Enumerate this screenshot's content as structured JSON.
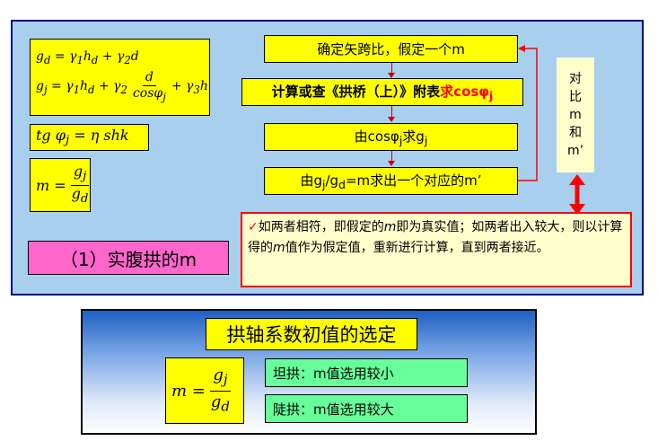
{
  "formulas": {
    "gd": "gd = γ1hd + γ2d",
    "gj": "gj = γ1hd + γ2 d/cosφj + γ3h",
    "tg": "tg φj = η shk",
    "m": "m = gj / gd"
  },
  "flow": {
    "step1": "确定矢跨比，假定一个m",
    "step2_prefix": "计算或查《拱桥（上）》附表",
    "step2_highlight": "求cosφj",
    "step3": "由cosφj求gj",
    "step4": "由gj/gd=m求出一个对应的m’"
  },
  "compare": [
    "对",
    "比",
    "m",
    "和",
    "m’"
  ],
  "note": "✓如两者相符，即假定的m即为真实值；如两者出入较大，则以计算得的m值作为假定值，重新进行计算，直到两者接近。",
  "section_label": "（1）实腹拱的m",
  "bottom": {
    "title": "拱轴系数初值的选定",
    "items": [
      "坦拱：m值选用较小",
      "陡拱：m值选用较大"
    ]
  },
  "colors": {
    "accent_red": "#ff0000",
    "box_yellow": "#ffff00",
    "panel_blue": "#a9cfef",
    "label_pink": "#ff66cc",
    "green": "#66ff99"
  }
}
